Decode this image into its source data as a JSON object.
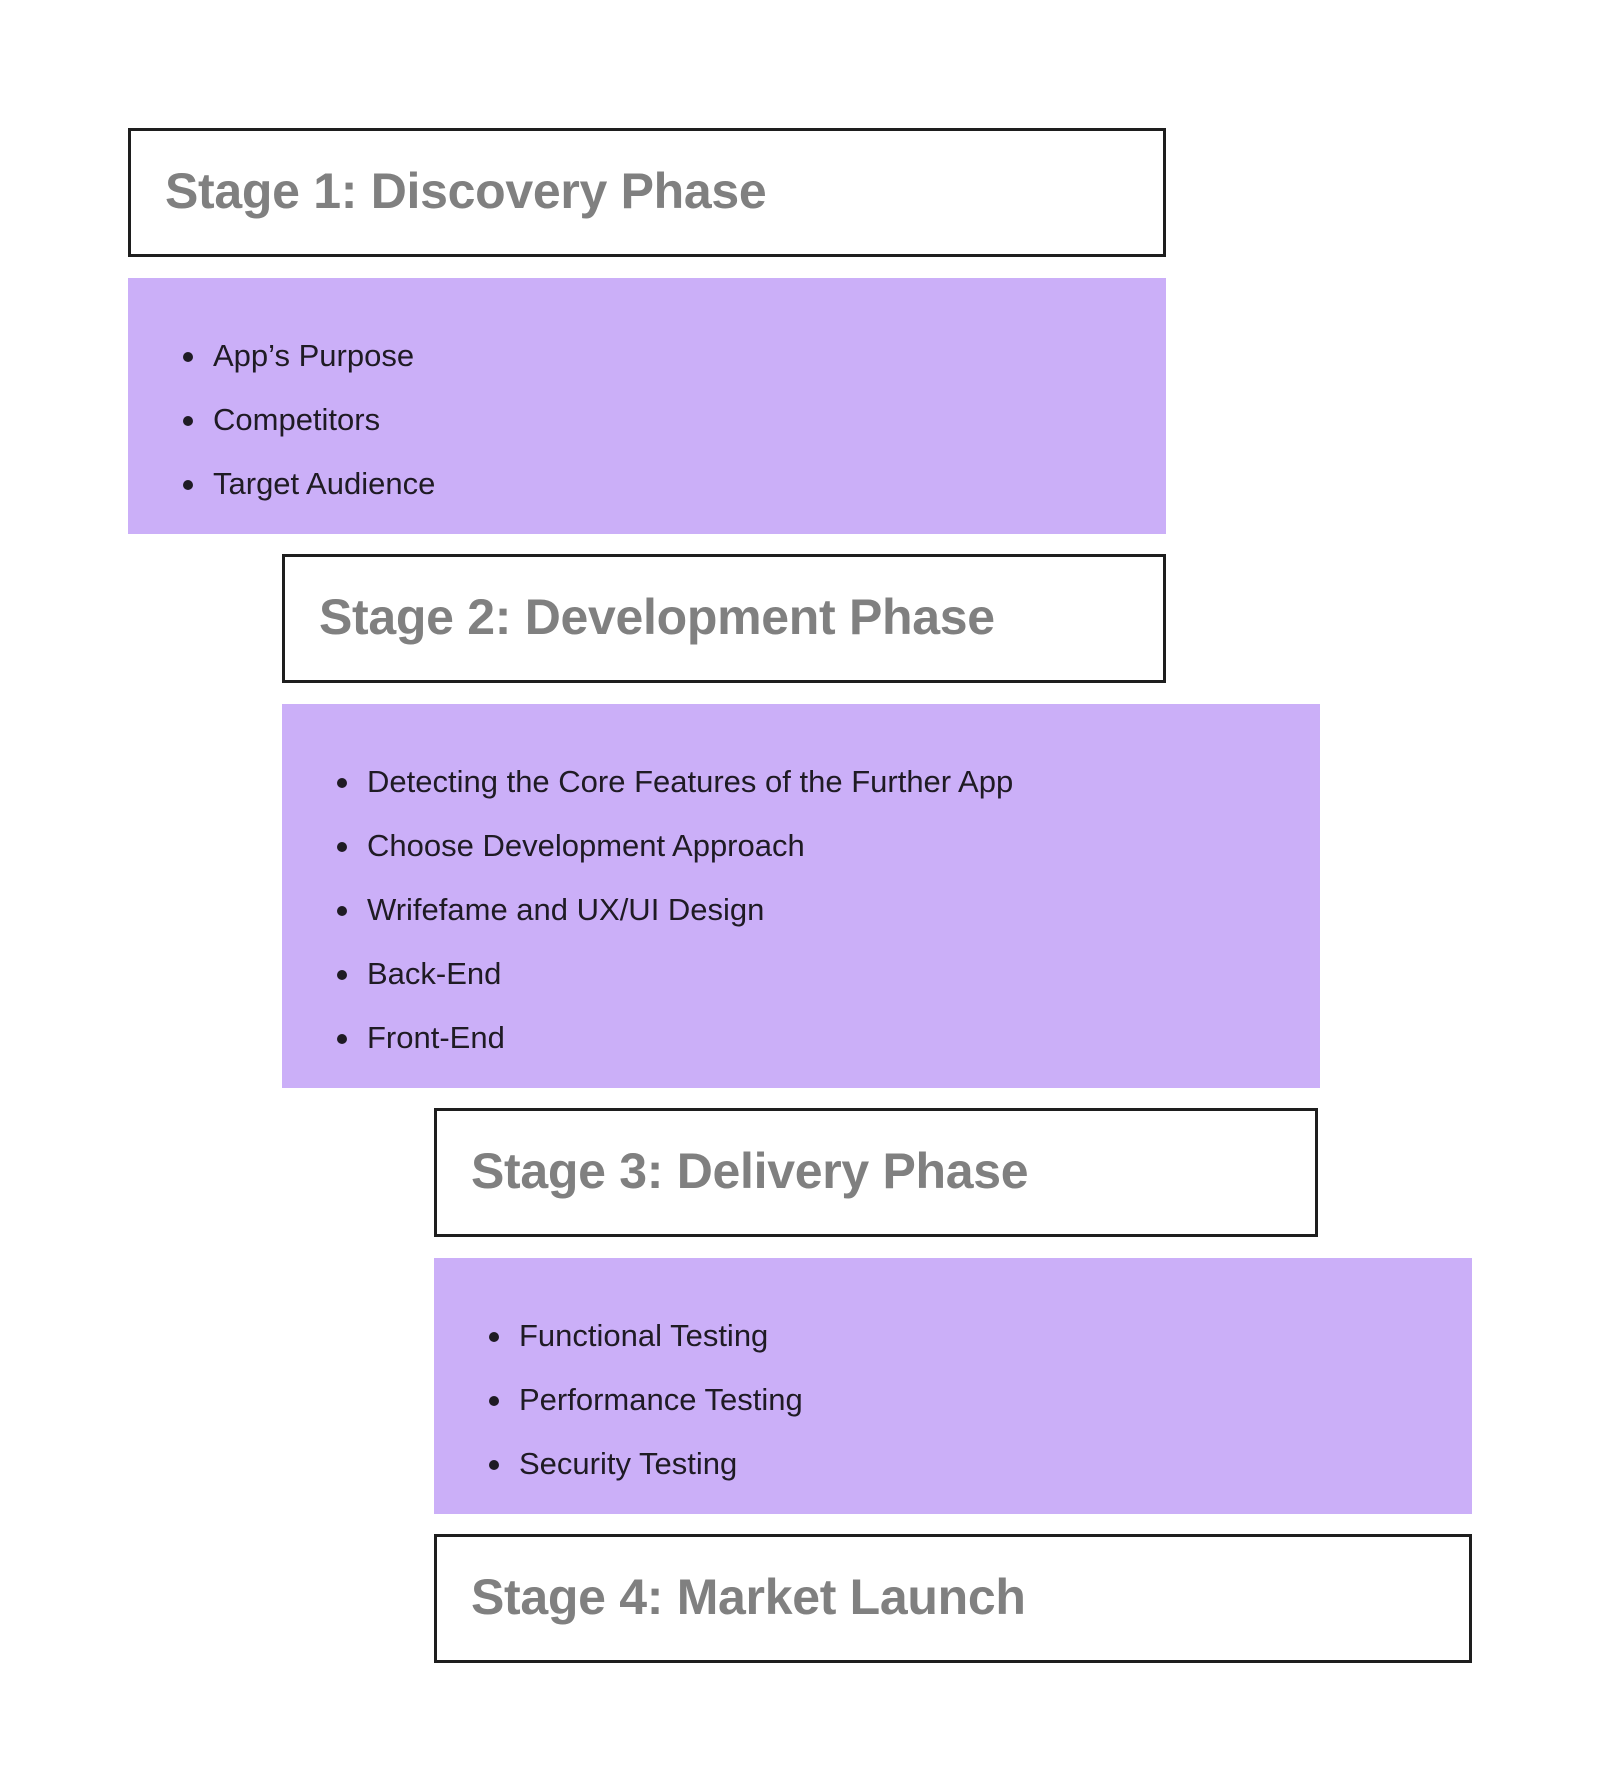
{
  "theme": {
    "header_border": "#1e1e1e",
    "header_text": "#808080",
    "body_background": "#cbaff8",
    "body_text": "#1f1b24"
  },
  "stages": [
    {
      "title": "Stage 1: Discovery Phase",
      "items": [
        "App’s Purpose",
        "Competitors",
        "Target Audience"
      ]
    },
    {
      "title": "Stage 2: Development Phase",
      "items": [
        "Detecting the Core Features of the Further App",
        "Choose Development Approach",
        "Wrifefame and UX/UI Design",
        "Back-End",
        "Front-End"
      ]
    },
    {
      "title": "Stage 3: Delivery Phase",
      "items": [
        "Functional Testing",
        "Performance Testing",
        "Security Testing"
      ]
    },
    {
      "title": "Stage 4: Market Launch",
      "items": []
    }
  ]
}
